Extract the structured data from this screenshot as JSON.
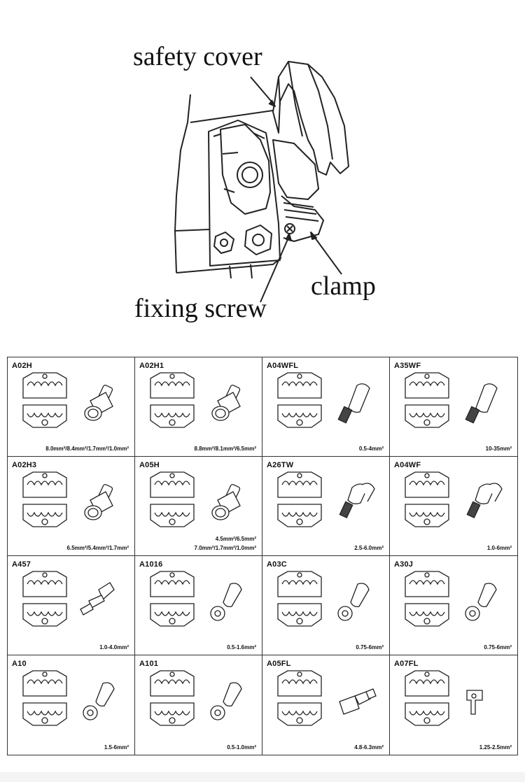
{
  "labels": {
    "safety_cover": "safety cover",
    "clamp": "clamp",
    "fixing_screw": "fixing screw"
  },
  "dies": [
    {
      "code": "A02H",
      "spec": "8.0mm²/8.4mm²/1.7mm²/1.0mm²",
      "terminal": "cap"
    },
    {
      "code": "A02H1",
      "spec": "8.8mm²/8.1mm²/6.5mm²",
      "terminal": "cap"
    },
    {
      "code": "A04WFL",
      "spec": "0.5-4mm²",
      "terminal": "ferrule"
    },
    {
      "code": "A35WF",
      "spec": "10-35mm²",
      "terminal": "ferrule"
    },
    {
      "code": "A02H3",
      "spec": "6.5mm²/5.4mm²/1.7mm²",
      "terminal": "cap"
    },
    {
      "code": "A05H",
      "spec": "4.5mm²/6.5mm²",
      "spec2": "7.0mm²/1.7mm²/1.0mm²",
      "terminal": "cap"
    },
    {
      "code": "A26TW",
      "spec": "2.5-6.0mm²",
      "terminal": "twin"
    },
    {
      "code": "A04WF",
      "spec": "1.0-6mm²",
      "terminal": "twin"
    },
    {
      "code": "A457",
      "spec": "1.0-4.0mm²",
      "terminal": "spade"
    },
    {
      "code": "A1016",
      "spec": "0.5-1.6mm²",
      "terminal": "ring"
    },
    {
      "code": "A03C",
      "spec": "0.75-6mm²",
      "terminal": "ring"
    },
    {
      "code": "A30J",
      "spec": "0.75-6mm²",
      "terminal": "ring"
    },
    {
      "code": "A10",
      "spec": "1.5-6mm²",
      "terminal": "ring"
    },
    {
      "code": "A101",
      "spec": "0.5-1.0mm²",
      "terminal": "ring"
    },
    {
      "code": "A05FL",
      "spec": "4.8-6.3mm²",
      "terminal": "flag"
    },
    {
      "code": "A07FL",
      "spec": "1.25-2.5mm²",
      "terminal": "flagsmall"
    }
  ]
}
